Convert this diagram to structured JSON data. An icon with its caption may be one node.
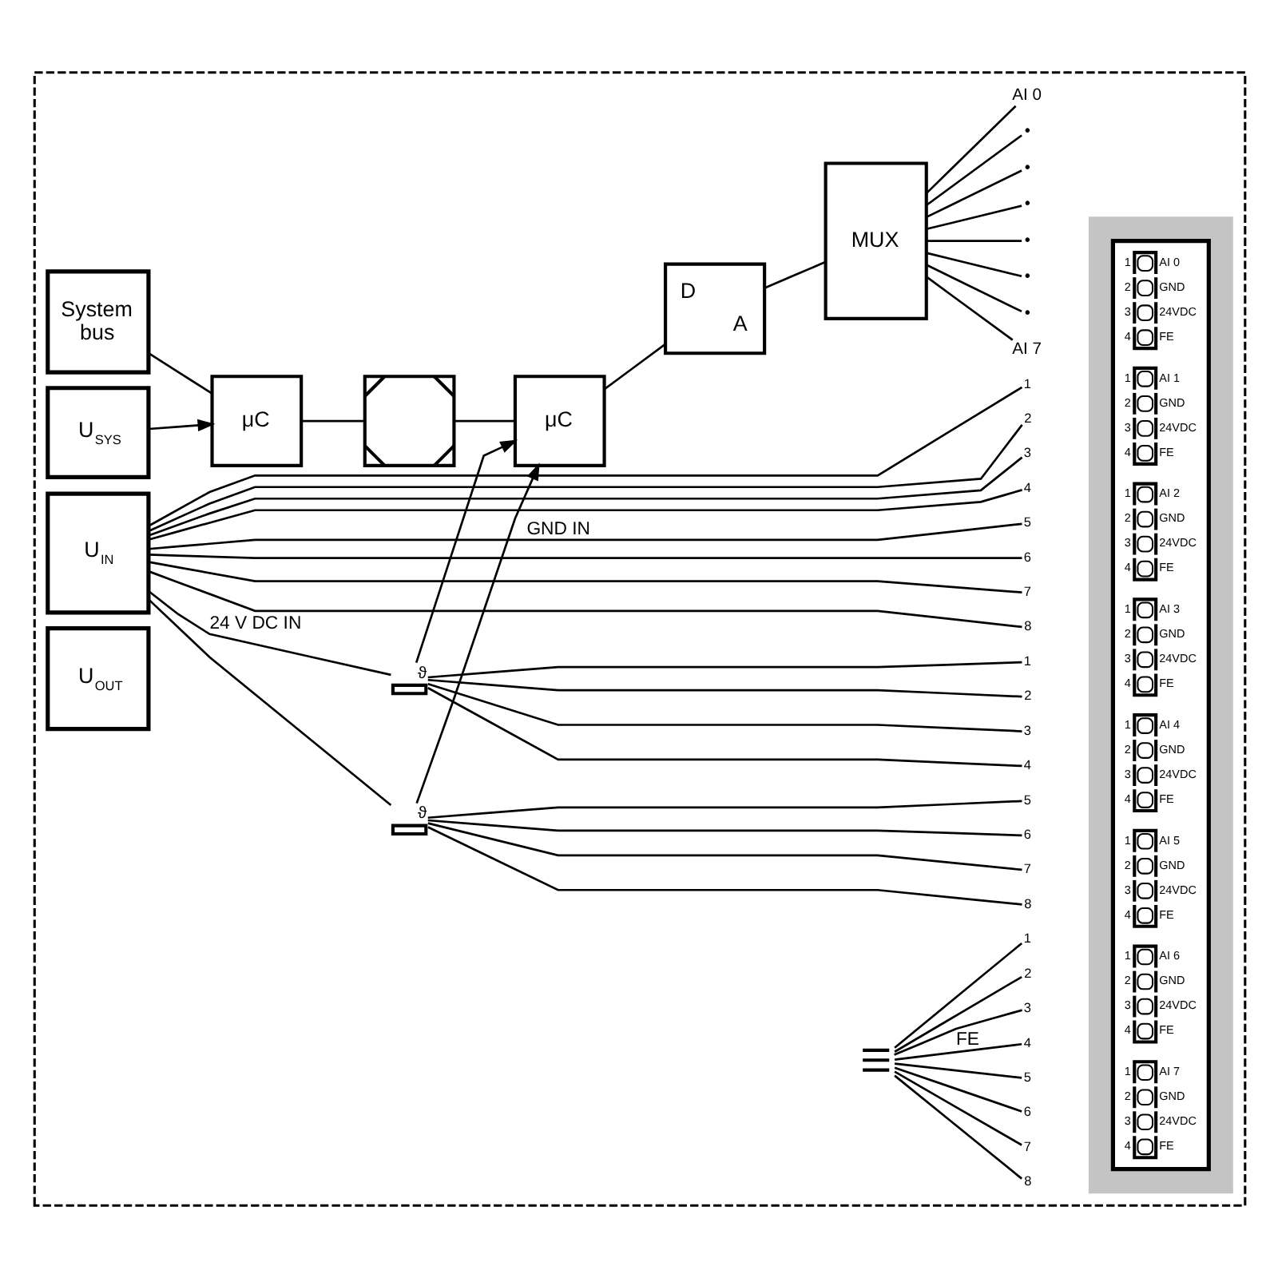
{
  "diagram": {
    "nodes": [
      {
        "text": [],
        "shape": "box"
      },
      {
        "text": [
          "System bus"
        ],
        "in": 0
      },
      {
        "text": [
          "U$_{SYS}$"
        ],
        "in": 0
      },
      {
        "text": [
          "U$_{IN}$"
        ],
        "in": 0
      },
      {
        "text": [
          "U$_{OUT}$"
        ],
        "in": 0
      },
      {
        "text": [
          "μC"
        ],
        "in": 0
      },
      {
        "text": [],
        "shape": "box",
        "in": 0
      },
      {
        "text": [
          "μC"
        ],
        "in": 0
      },
      {
        "text": [
          "D",
          "A"
        ],
        "in": 0
      },
      {
        "text": [
          "MUX"
        ],
        "in": 0
      },
      {
        "text": [
          "AI 0"
        ],
        "in": 0
      },
      {
        "text": [
          "•"
        ],
        "in": 0
      },
      {
        "text": [
          "•"
        ],
        "in": 0
      },
      {
        "text": [
          "•"
        ],
        "in": 0
      },
      {
        "text": [
          "•"
        ],
        "in": 0
      },
      {
        "text": [
          "•"
        ],
        "in": 0
      },
      {
        "text": [
          "•"
        ],
        "in": 0
      },
      {
        "text": [
          "AI 7"
        ],
        "in": 0
      },
      {
        "text": [],
        "shape": "box",
        "beside": [
          "ϑ"
        ],
        "in": 0
      },
      {
        "text": [],
        "shape": "box",
        "beside": [
          "ϑ"
        ],
        "in": 0
      },
      {
        "text": [],
        "shape": "ground",
        "in": 0
      },
      {
        "text": [
          "1"
        ],
        "in": 0
      },
      {
        "text": [
          "2"
        ],
        "in": 0
      },
      {
        "text": [
          "3"
        ],
        "in": 0
      },
      {
        "text": [
          "4"
        ],
        "in": 0
      },
      {
        "text": [
          "5"
        ],
        "in": 0
      },
      {
        "text": [
          "6"
        ],
        "in": 0
      },
      {
        "text": [
          "7"
        ],
        "in": 0
      },
      {
        "text": [
          "8"
        ],
        "in": 0
      },
      {
        "text": [
          "1"
        ],
        "in": 0
      },
      {
        "text": [
          "2"
        ],
        "in": 0
      },
      {
        "text": [
          "3"
        ],
        "in": 0
      },
      {
        "text": [
          "4"
        ],
        "in": 0
      },
      {
        "text": [
          "5"
        ],
        "in": 0
      },
      {
        "text": [
          "6"
        ],
        "in": 0
      },
      {
        "text": [
          "7"
        ],
        "in": 0
      },
      {
        "text": [
          "8"
        ],
        "in": 0
      },
      {
        "text": [
          "1"
        ],
        "in": 0
      },
      {
        "text": [
          "2"
        ],
        "in": 0
      },
      {
        "text": [
          "3"
        ],
        "in": 0
      },
      {
        "text": [
          "4"
        ],
        "in": 0
      },
      {
        "text": [
          "5"
        ],
        "in": 0
      },
      {
        "text": [
          "6"
        ],
        "in": 0
      },
      {
        "text": [
          "7"
        ],
        "in": 0
      },
      {
        "text": [
          "8"
        ],
        "in": 0
      },
      {
        "text": [],
        "shape": "box",
        "in": 0
      },
      {
        "text": [],
        "shape": "box",
        "in": 45
      },
      {
        "text": [],
        "shape": "box",
        "beside": [
          "1",
          "2",
          "3",
          "4",
          "AI 0",
          "GND",
          "24VDC",
          "FE"
        ],
        "in": 46
      },
      {
        "text": [],
        "shape": "box",
        "beside": [
          "1",
          "2",
          "3",
          "4",
          "AI 1",
          "GND",
          "24VDC",
          "FE"
        ],
        "in": 46
      },
      {
        "text": [],
        "shape": "box",
        "beside": [
          "1",
          "2",
          "3",
          "4",
          "AI 2",
          "GND",
          "24VDC",
          "FE"
        ],
        "in": 46
      },
      {
        "text": [],
        "shape": "box",
        "beside": [
          "1",
          "2",
          "3",
          "4",
          "AI 3",
          "GND",
          "24VDC",
          "FE"
        ],
        "in": 46
      },
      {
        "text": [],
        "shape": "box",
        "beside": [
          "1",
          "2",
          "3",
          "4",
          "AI 4",
          "GND",
          "24VDC",
          "FE"
        ],
        "in": 46
      },
      {
        "text": [],
        "shape": "box",
        "beside": [
          "1",
          "2",
          "3",
          "4",
          "AI 5",
          "GND",
          "24VDC",
          "FE"
        ],
        "in": 46
      },
      {
        "text": [],
        "shape": "box",
        "beside": [
          "1",
          "2",
          "3",
          "4",
          "AI 6",
          "GND",
          "24VDC",
          "FE"
        ],
        "in": 46
      },
      {
        "text": [],
        "shape": "box",
        "beside": [
          "1",
          "2",
          "3",
          "4",
          "AI 7",
          "GND",
          "24VDC",
          "FE"
        ],
        "in": 46
      }
    ],
    "edges": [
      {
        "from": 1,
        "to": 5,
        "arrow": "none"
      },
      {
        "from": 2,
        "to": 5,
        "arrow": "to"
      },
      {
        "from": 5,
        "to": 6,
        "arrow": "none"
      },
      {
        "from": 6,
        "to": 7,
        "arrow": "none"
      },
      {
        "from": 7,
        "to": 8,
        "arrow": "none"
      },
      {
        "from": 8,
        "to": 9,
        "arrow": "none"
      },
      {
        "from": 9,
        "to": 10,
        "arrow": "none"
      },
      {
        "from": 9,
        "to": 11,
        "arrow": "none"
      },
      {
        "from": 9,
        "to": 12,
        "arrow": "none"
      },
      {
        "from": 9,
        "to": 13,
        "arrow": "none"
      },
      {
        "from": 9,
        "to": 14,
        "arrow": "none"
      },
      {
        "from": 9,
        "to": 15,
        "arrow": "none"
      },
      {
        "from": 9,
        "to": 16,
        "arrow": "none"
      },
      {
        "from": 9,
        "to": 17,
        "arrow": "none"
      },
      {
        "from": 3,
        "to": 21,
        "arrow": "none"
      },
      {
        "from": 3,
        "to": 22,
        "arrow": "none"
      },
      {
        "from": 3,
        "to": 23,
        "arrow": "none"
      },
      {
        "from": 3,
        "to": 24,
        "arrow": "none"
      },
      {
        "from": 3,
        "to": 25,
        "arrow": "none",
        "label": "GND IN"
      },
      {
        "from": 3,
        "to": 26,
        "arrow": "none"
      },
      {
        "from": 3,
        "to": 27,
        "arrow": "none"
      },
      {
        "from": 3,
        "to": 28,
        "arrow": "none"
      },
      {
        "from": 3,
        "to": 18,
        "arrow": "none",
        "label": "24 V DC IN"
      },
      {
        "from": 3,
        "to": 19,
        "arrow": "none"
      },
      {
        "from": 18,
        "to": 29,
        "arrow": "none"
      },
      {
        "from": 18,
        "to": 30,
        "arrow": "none"
      },
      {
        "from": 18,
        "to": 31,
        "arrow": "none"
      },
      {
        "from": 18,
        "to": 32,
        "arrow": "none"
      },
      {
        "from": 19,
        "to": 33,
        "arrow": "none"
      },
      {
        "from": 19,
        "to": 34,
        "arrow": "none"
      },
      {
        "from": 19,
        "to": 35,
        "arrow": "none"
      },
      {
        "from": 19,
        "to": 36,
        "arrow": "none"
      },
      {
        "from": 18,
        "to": 7,
        "arrow": "to"
      },
      {
        "from": 19,
        "to": 7,
        "arrow": "to"
      },
      {
        "from": 20,
        "to": 37,
        "arrow": "none"
      },
      {
        "from": 20,
        "to": 38,
        "arrow": "none"
      },
      {
        "from": 20,
        "to": 39,
        "arrow": "none"
      },
      {
        "from": 20,
        "to": 40,
        "arrow": "none",
        "label": "FE"
      },
      {
        "from": 20,
        "to": 41,
        "arrow": "none"
      },
      {
        "from": 20,
        "to": 42,
        "arrow": "none"
      },
      {
        "from": 20,
        "to": 43,
        "arrow": "none"
      },
      {
        "from": 20,
        "to": 44,
        "arrow": "none"
      }
    ]
  }
}
